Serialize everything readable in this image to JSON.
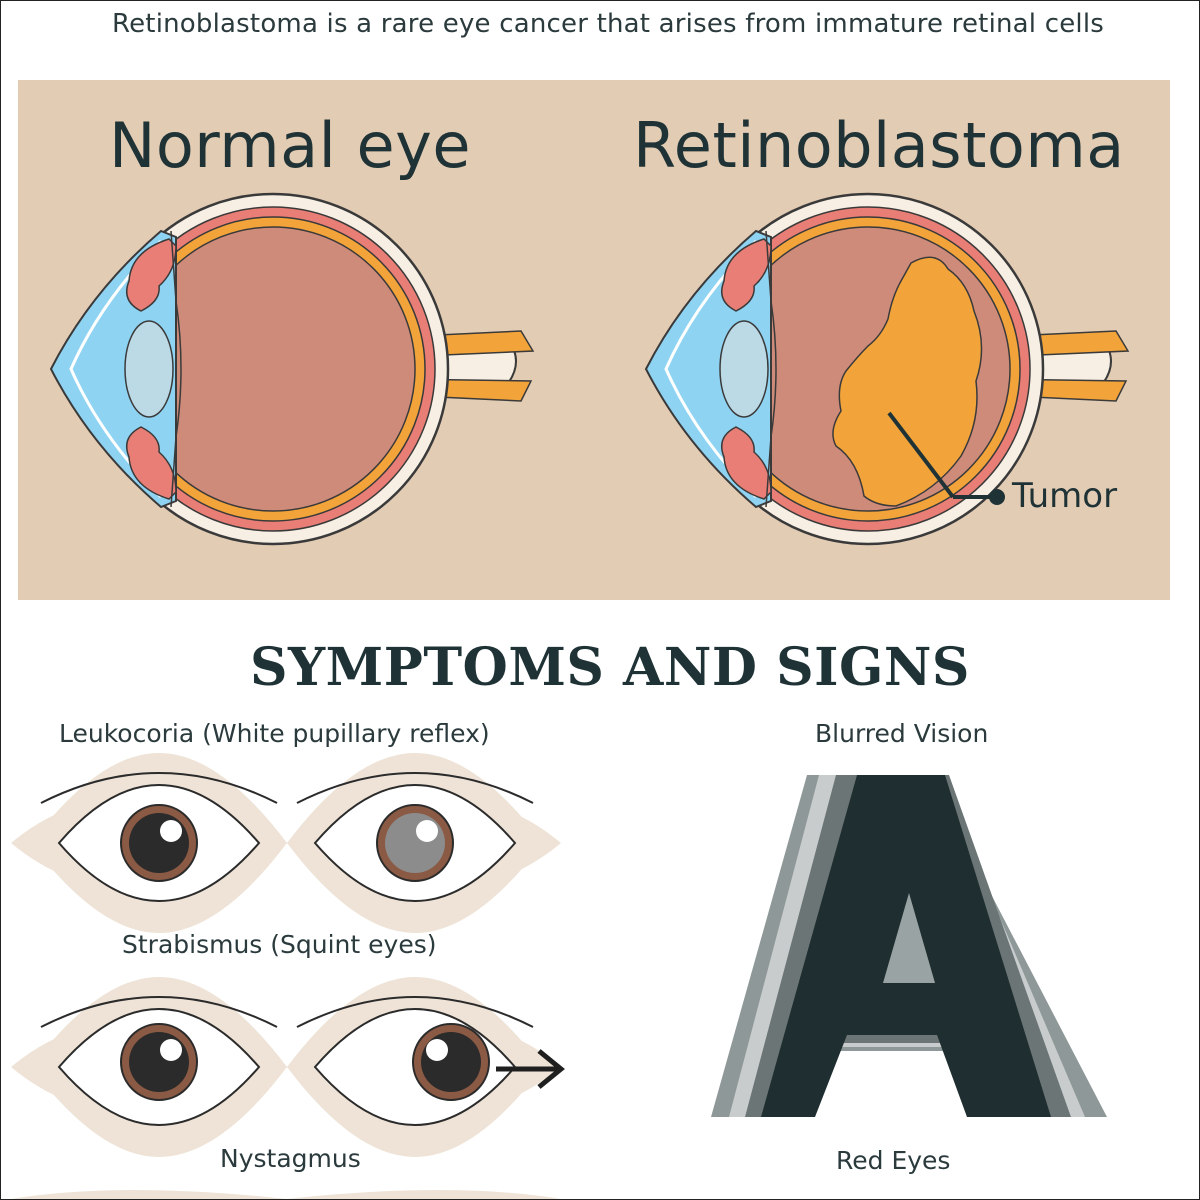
{
  "intro_text": "Retinoblastoma is a rare eye cancer that arises from immature retinal cells",
  "diagram": {
    "left_title": "Normal eye",
    "right_title": "Retinoblastoma",
    "tumor_label": "Tumor"
  },
  "section_title": "SYMPTOMS AND SIGNS",
  "symptoms": {
    "leukocoria": "Leukocoria (White pupillary reflex)",
    "blurred_vision": "Blurred Vision",
    "strabismus": "Strabismus (Squint eyes)",
    "nystagmus": "Nystagmus",
    "red_eyes": "Red Eyes"
  },
  "colors": {
    "panel_bg": "#e3ccb4",
    "tumor": "#f2a43a",
    "vitreous": "#cf8b7a",
    "cornea": "#8fd3f2",
    "dark_text": "#1f3336"
  }
}
